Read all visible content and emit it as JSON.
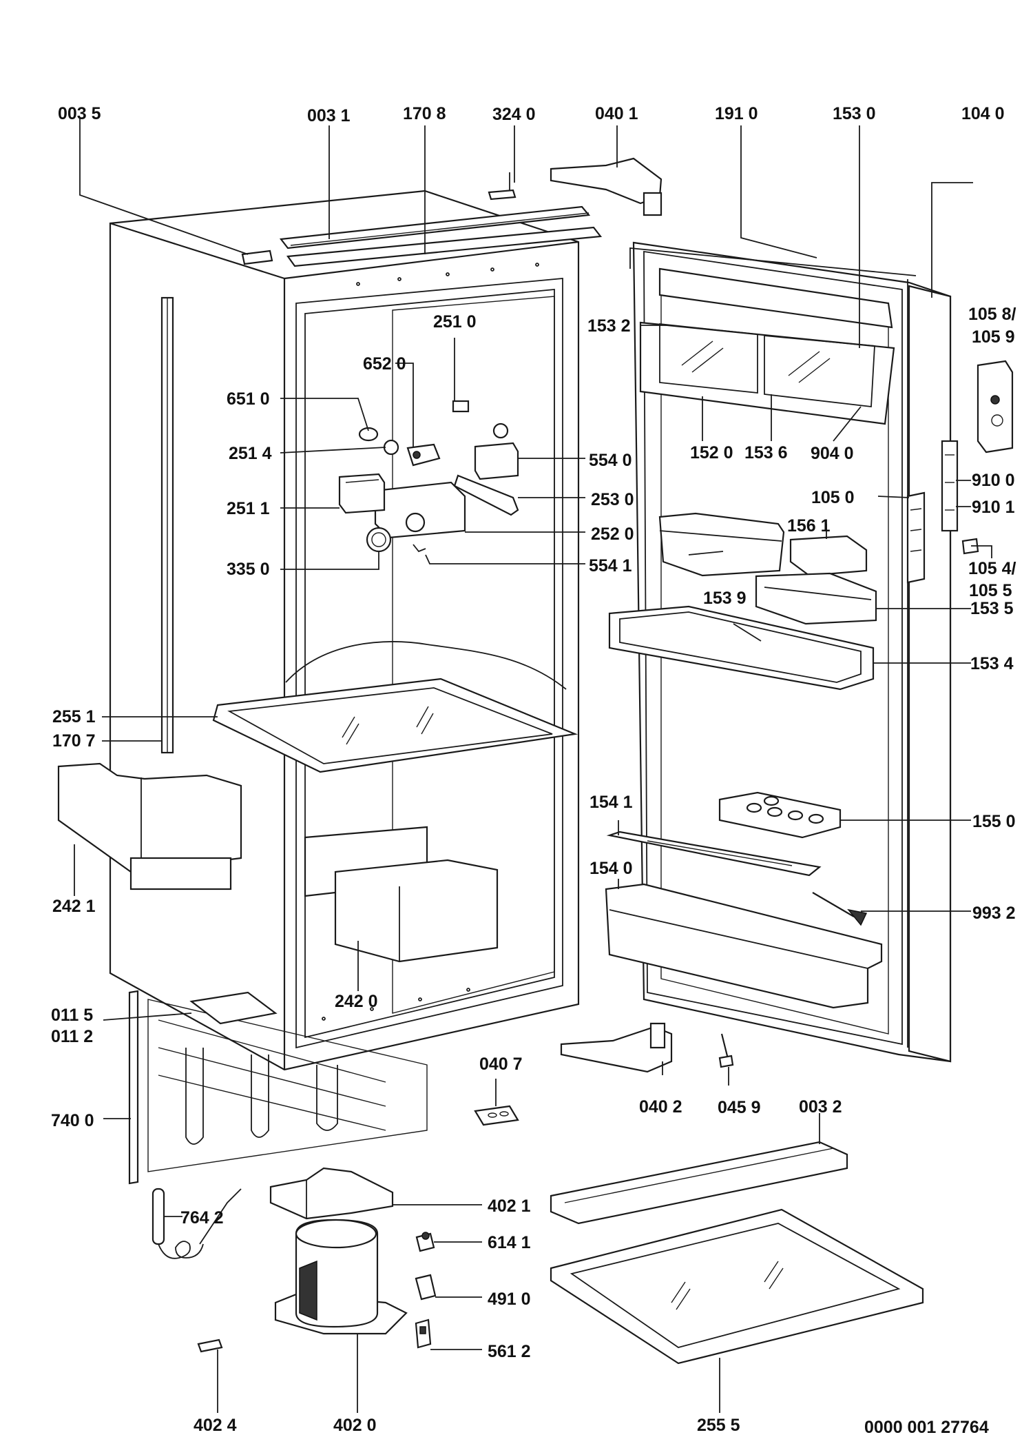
{
  "diagram": {
    "document_number": "0000 001 27764",
    "labels": [
      {
        "id": "p-003-5",
        "text": "003 5"
      },
      {
        "id": "p-003-1",
        "text": "003 1"
      },
      {
        "id": "p-170-8",
        "text": "170 8"
      },
      {
        "id": "p-324-0",
        "text": "324 0"
      },
      {
        "id": "p-040-1",
        "text": "040 1"
      },
      {
        "id": "p-191-0",
        "text": "191 0"
      },
      {
        "id": "p-153-0",
        "text": "153 0"
      },
      {
        "id": "p-104-0",
        "text": "104 0"
      },
      {
        "id": "p-251-0",
        "text": "251 0"
      },
      {
        "id": "p-652-0",
        "text": "652 0"
      },
      {
        "id": "p-651-0",
        "text": "651 0"
      },
      {
        "id": "p-251-4",
        "text": "251 4"
      },
      {
        "id": "p-251-1",
        "text": "251 1"
      },
      {
        "id": "p-335-0",
        "text": "335 0"
      },
      {
        "id": "p-554-0",
        "text": "554 0"
      },
      {
        "id": "p-253-0",
        "text": "253 0"
      },
      {
        "id": "p-252-0",
        "text": "252 0"
      },
      {
        "id": "p-554-1",
        "text": "554 1"
      },
      {
        "id": "p-153-2",
        "text": "153 2"
      },
      {
        "id": "p-152-0",
        "text": "152 0"
      },
      {
        "id": "p-153-6",
        "text": "153 6"
      },
      {
        "id": "p-904-0",
        "text": "904 0"
      },
      {
        "id": "p-105-8",
        "text": "105 8/"
      },
      {
        "id": "p-105-9",
        "text": "105 9"
      },
      {
        "id": "p-910-0",
        "text": "910 0"
      },
      {
        "id": "p-910-1",
        "text": "910 1"
      },
      {
        "id": "p-105-0",
        "text": "105 0"
      },
      {
        "id": "p-156-1",
        "text": "156 1"
      },
      {
        "id": "p-105-4",
        "text": "105 4/"
      },
      {
        "id": "p-105-5",
        "text": "105 5"
      },
      {
        "id": "p-153-9",
        "text": "153 9"
      },
      {
        "id": "p-153-5",
        "text": "153 5"
      },
      {
        "id": "p-153-4",
        "text": "153 4"
      },
      {
        "id": "p-255-1",
        "text": "255 1"
      },
      {
        "id": "p-170-7",
        "text": "170 7"
      },
      {
        "id": "p-242-1",
        "text": "242 1"
      },
      {
        "id": "p-242-0",
        "text": "242 0"
      },
      {
        "id": "p-154-1",
        "text": "154 1"
      },
      {
        "id": "p-155-0",
        "text": "155 0"
      },
      {
        "id": "p-154-0",
        "text": "154 0"
      },
      {
        "id": "p-993-2",
        "text": "993 2"
      },
      {
        "id": "p-011-5",
        "text": "011 5"
      },
      {
        "id": "p-011-2",
        "text": "011 2"
      },
      {
        "id": "p-040-7",
        "text": "040 7"
      },
      {
        "id": "p-040-2",
        "text": "040 2"
      },
      {
        "id": "p-045-9",
        "text": "045 9"
      },
      {
        "id": "p-003-2",
        "text": "003 2"
      },
      {
        "id": "p-740-0",
        "text": "740 0"
      },
      {
        "id": "p-402-1",
        "text": "402 1"
      },
      {
        "id": "p-764-2",
        "text": "764 2"
      },
      {
        "id": "p-614-1",
        "text": "614 1"
      },
      {
        "id": "p-491-0",
        "text": "491 0"
      },
      {
        "id": "p-561-2",
        "text": "561 2"
      },
      {
        "id": "p-402-4",
        "text": "402 4"
      },
      {
        "id": "p-402-0",
        "text": "402 0"
      },
      {
        "id": "p-255-5",
        "text": "255 5"
      }
    ]
  }
}
